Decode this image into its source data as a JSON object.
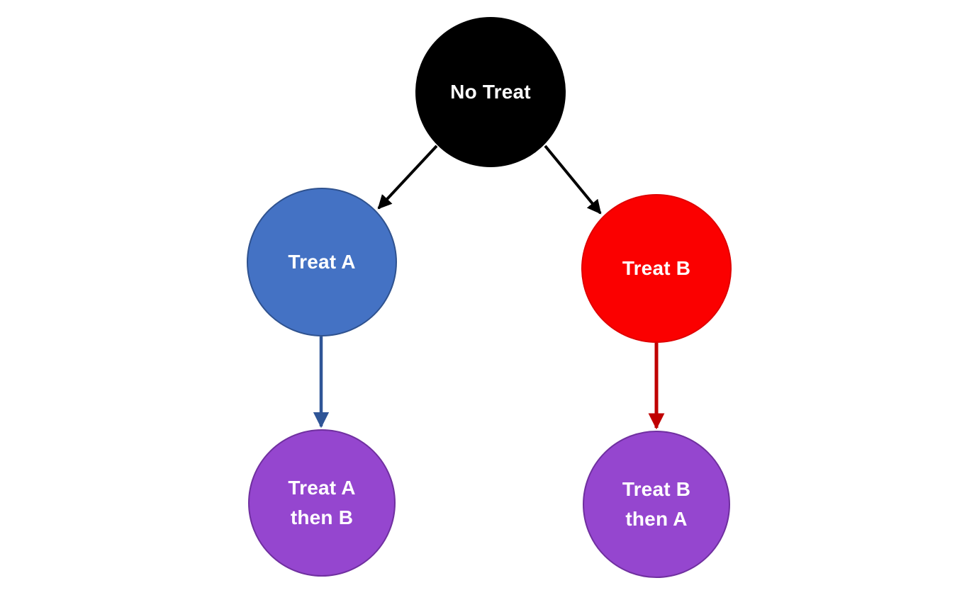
{
  "diagram": {
    "type": "tree-diagram",
    "background": "#FFFFFF",
    "nodes": [
      {
        "id": "no-treat",
        "label": "No Treat",
        "fill": "#000000",
        "border": "#000000",
        "text_color": "#FFFFFF",
        "shape": "circle"
      },
      {
        "id": "treat-a",
        "label": "Treat A",
        "fill": "#4472C4",
        "border": "#2F528F",
        "text_color": "#FFFFFF",
        "shape": "circle"
      },
      {
        "id": "treat-b",
        "label": "Treat B",
        "fill": "#FB0000",
        "border": "#E00000",
        "text_color": "#FFFFFF",
        "shape": "circle"
      },
      {
        "id": "treat-a-then-b",
        "label": "Treat A\nthen B",
        "fill": "#9546CF",
        "border": "#7030A0",
        "text_color": "#FFFFFF",
        "shape": "circle"
      },
      {
        "id": "treat-b-then-a",
        "label": "Treat B\nthen A",
        "fill": "#9546CF",
        "border": "#7030A0",
        "text_color": "#FFFFFF",
        "shape": "circle"
      }
    ],
    "edges": [
      {
        "from": "no-treat",
        "to": "treat-a",
        "color": "#000000",
        "style": "solid-arrow"
      },
      {
        "from": "no-treat",
        "to": "treat-b",
        "color": "#000000",
        "style": "solid-arrow"
      },
      {
        "from": "treat-a",
        "to": "treat-a-then-b",
        "color": "#2F5597",
        "style": "solid-arrow"
      },
      {
        "from": "treat-b",
        "to": "treat-b-then-a",
        "color": "#C00000",
        "style": "solid-arrow"
      }
    ]
  }
}
